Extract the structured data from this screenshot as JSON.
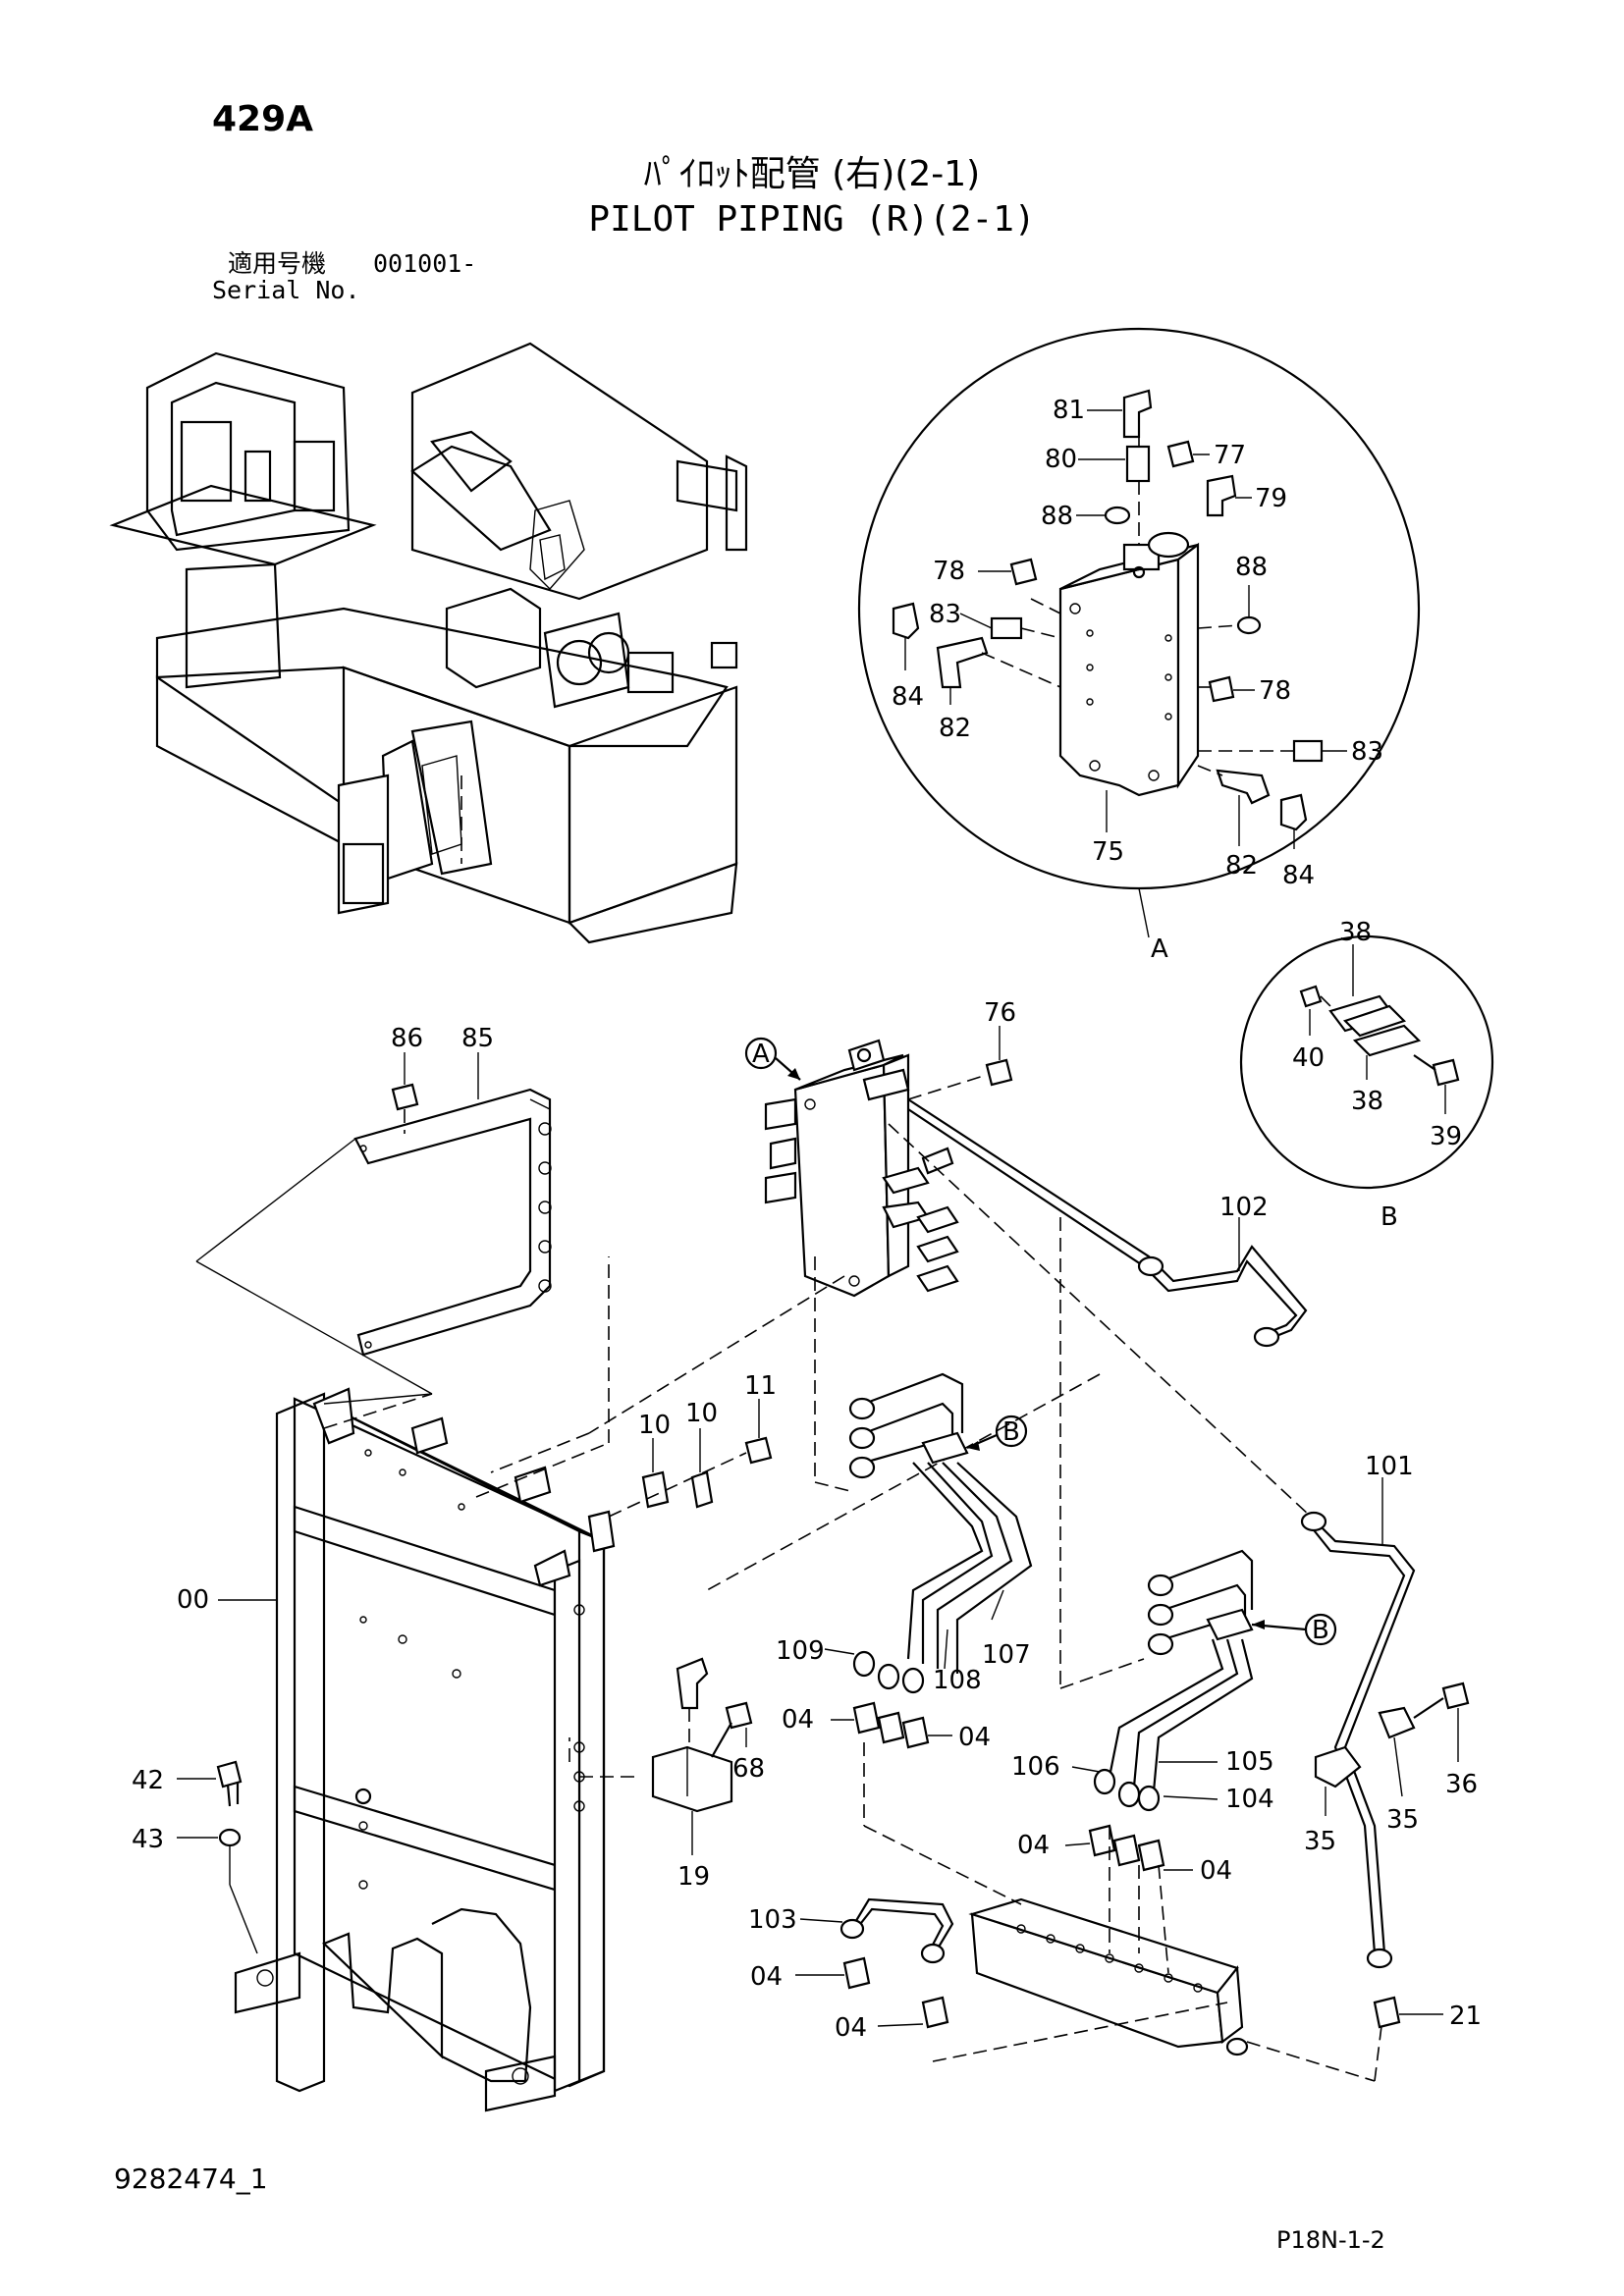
{
  "header": {
    "page_code": "429A",
    "title_jp": "ﾊﾟｲﾛｯﾄ配管 (右)(2-1)",
    "title_en": "PILOT PIPING (R)(2-1)",
    "serial_label_jp": "適用号機",
    "serial_value": "001001-",
    "serial_label_en": "Serial No."
  },
  "footer": {
    "doc_number": "9282474_1",
    "page_ref": "P18N-1-2"
  },
  "detail_labels": {
    "a": "A",
    "b": "B"
  },
  "callouts": {
    "a": "A",
    "b": "B"
  },
  "parts": {
    "p81": "81",
    "p80": "80",
    "p77": "77",
    "p79": "79",
    "p88a": "88",
    "p88b": "88",
    "p78a": "78",
    "p78b": "78",
    "p83a": "83",
    "p83b": "83",
    "p84a": "84",
    "p84b": "84",
    "p82a": "82",
    "p82b": "82",
    "p75": "75",
    "p38a": "38",
    "p38b": "38",
    "p40": "40",
    "p39": "39",
    "p76": "76",
    "p86": "86",
    "p85": "85",
    "p102": "102",
    "p101": "101",
    "p11": "11",
    "p10a": "10",
    "p10b": "10",
    "p00": "00",
    "p109": "109",
    "p108": "108",
    "p107": "107",
    "p04a": "04",
    "p04b": "04",
    "p04c": "04",
    "p04d": "04",
    "p04e": "04",
    "p04f": "04",
    "p68": "68",
    "p19": "19",
    "p106": "106",
    "p105": "105",
    "p104": "104",
    "p36": "36",
    "p35a": "35",
    "p35b": "35",
    "p42": "42",
    "p43": "43",
    "p103": "103",
    "p21": "21"
  }
}
